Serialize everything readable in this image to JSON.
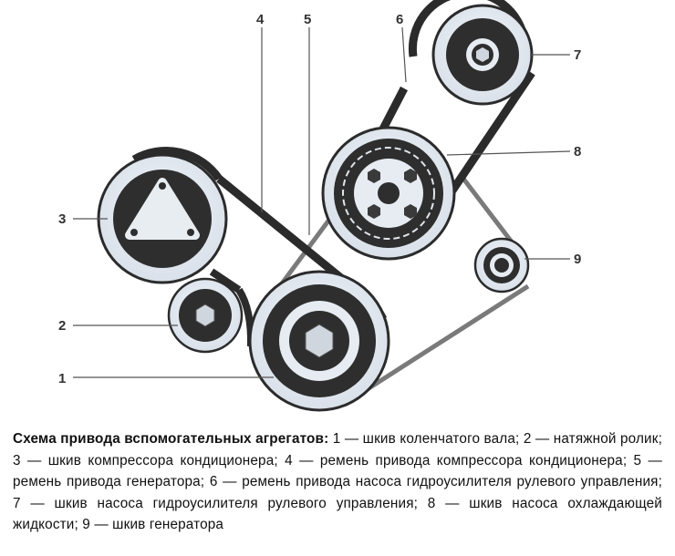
{
  "labels": {
    "n1": "1",
    "n2": "2",
    "n3": "3",
    "n4": "4",
    "n5": "5",
    "n6": "6",
    "n7": "7",
    "n8": "8",
    "n9": "9"
  },
  "caption": {
    "title": "Схема привода вспомогательных агрегатов:",
    "body": " 1 — шкив коленчатого вала; 2 — натяжной ролик; 3 — шкив компрессора кондиционера; 4 — ремень привода компрессора кондиционера; 5 — ремень привода генератора; 6 — ремень привода насоса гидроусилителя рулевого управления; 7 — шкив насоса гидроусилителя рулевого управления; 8 — шкив насоса охлаждающей жидкости; 9 — шкив генератора"
  },
  "colors": {
    "belt_dark": "#2b2b2b",
    "belt_grey": "#7a7a7a",
    "pulley_fill": "#dfe6ee",
    "hub_dark": "#2e2e2e"
  }
}
